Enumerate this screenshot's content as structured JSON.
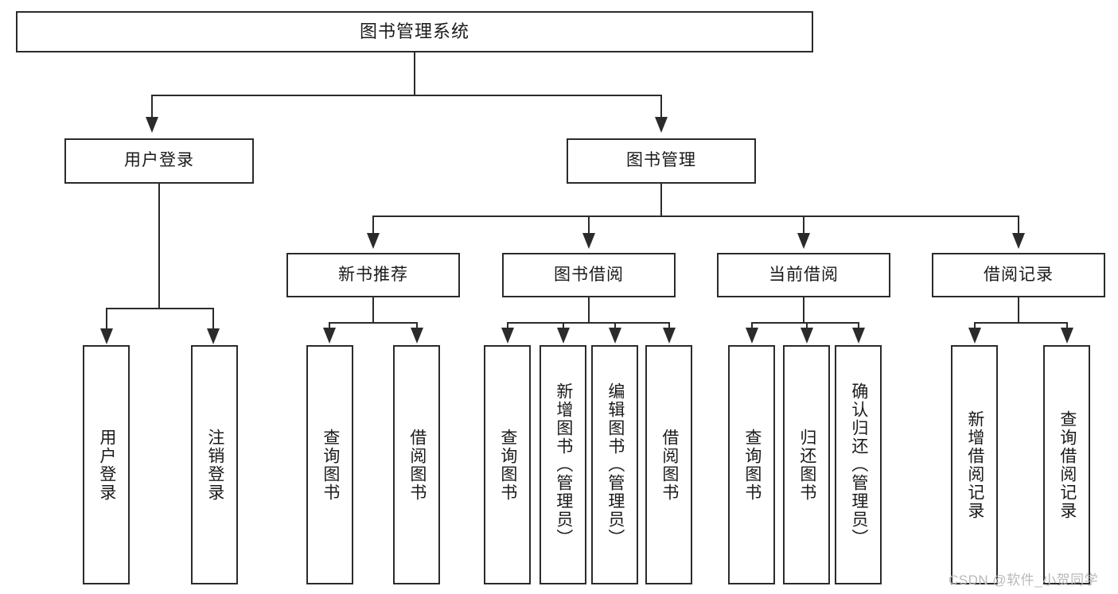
{
  "diagram": {
    "title": "图书管理系统",
    "type": "hierarchy-tree",
    "root": {
      "label": "图书管理系统"
    },
    "level2": [
      {
        "id": "user-login",
        "label": "用户登录"
      },
      {
        "id": "book-management",
        "label": "图书管理"
      }
    ],
    "level3": [
      {
        "id": "new-book-recommend",
        "label": "新书推荐",
        "parent": "book-management"
      },
      {
        "id": "book-borrow",
        "label": "图书借阅",
        "parent": "book-management"
      },
      {
        "id": "current-borrow",
        "label": "当前借阅",
        "parent": "book-management"
      },
      {
        "id": "borrow-record",
        "label": "借阅记录",
        "parent": "book-management"
      }
    ],
    "leaves": {
      "user_login": [
        {
          "id": "leaf-user-login",
          "label": "用户登录"
        },
        {
          "id": "leaf-user-logout",
          "label": "注销登录"
        }
      ],
      "new_book_recommend": [
        {
          "id": "leaf-query-book-1",
          "label": "查询图书"
        },
        {
          "id": "leaf-borrow-book-1",
          "label": "借阅图书"
        }
      ],
      "book_borrow": [
        {
          "id": "leaf-query-book-2",
          "label": "查询图书"
        },
        {
          "id": "leaf-add-book",
          "label": "新增图书（管理员）"
        },
        {
          "id": "leaf-edit-book",
          "label": "编辑图书（管理员）"
        },
        {
          "id": "leaf-borrow-book-2",
          "label": "借阅图书"
        }
      ],
      "current_borrow": [
        {
          "id": "leaf-query-book-3",
          "label": "查询图书"
        },
        {
          "id": "leaf-return-book",
          "label": "归还图书"
        },
        {
          "id": "leaf-confirm-return",
          "label": "确认归还（管理员）"
        }
      ],
      "borrow_record": [
        {
          "id": "leaf-add-record",
          "label": "新增借阅记录"
        },
        {
          "id": "leaf-query-record",
          "label": "查询借阅记录"
        }
      ]
    }
  },
  "watermark": {
    "text": "CSDN @软件_小贺同学"
  },
  "colors": {
    "stroke": "#2b2b2b",
    "fill": "#ffffff",
    "text": "#1a1a1a",
    "watermark": "#b9b9b9"
  }
}
